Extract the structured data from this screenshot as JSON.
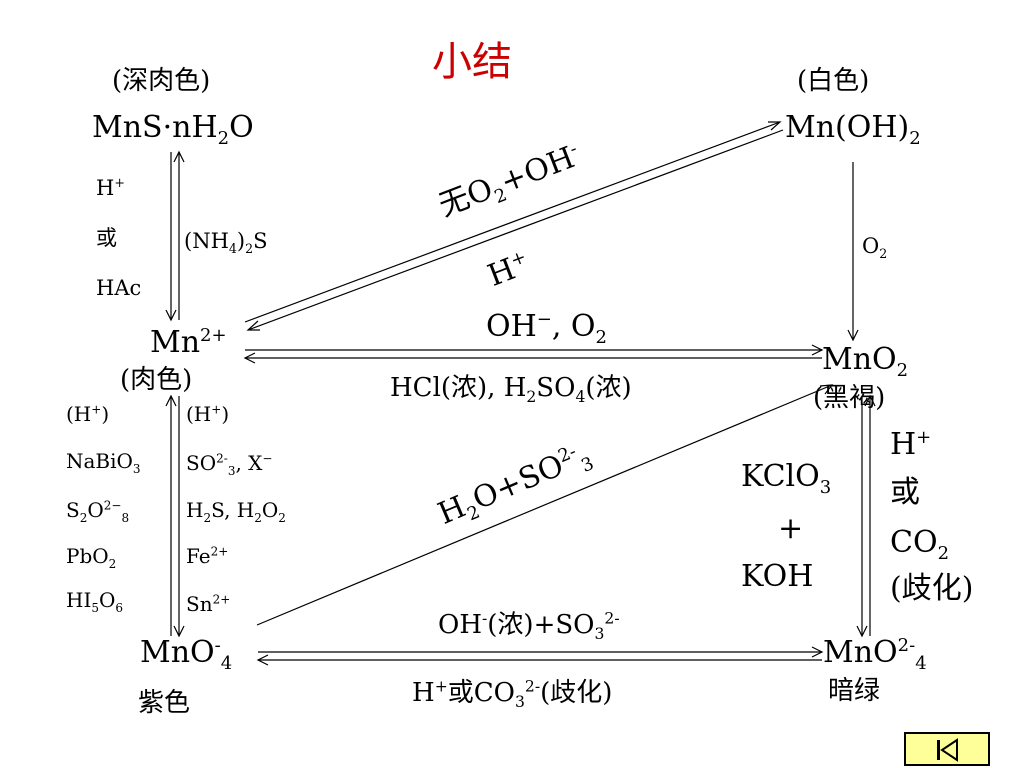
{
  "title": "小结",
  "nodes": {
    "mns_color": "(深肉色)",
    "mns_formula": [
      "MnS·nH",
      "2",
      "O"
    ],
    "mnoh_color": "(白色)",
    "mnoh_formula": [
      "Mn(OH)",
      "2"
    ],
    "mn2_formula": [
      "Mn",
      "2+"
    ],
    "mn2_color": "(肉色)",
    "mno2_formula": [
      "MnO",
      "2"
    ],
    "mno2_color": "(黑褐)",
    "mno4_formula": [
      "MnO",
      "-",
      "4"
    ],
    "mno4_color": "紫色",
    "mno42_formula": [
      "MnO",
      "2-",
      "4"
    ],
    "mno42_color": "暗绿"
  },
  "labels": {
    "left_top_1": [
      "H",
      "+"
    ],
    "left_top_2": "或",
    "left_top_3": "HAc",
    "nh4s": [
      "(NH",
      "4",
      ")",
      "2",
      "S"
    ],
    "o2": [
      "O",
      "2"
    ],
    "diag_top_1": [
      "无O",
      "2",
      "+OH",
      "-"
    ],
    "diag_top_2": [
      "H",
      "+"
    ],
    "mid_top": [
      "OH",
      "−",
      ", O",
      "2"
    ],
    "mid_bottom": [
      "HCl(浓), H",
      "2",
      "SO",
      "4",
      "(浓)"
    ],
    "right_h": [
      "H",
      "+"
    ],
    "right_or": "或",
    "right_co2": [
      "CO",
      "2"
    ],
    "right_qihua": "(歧化)",
    "kclo3": [
      "KClO",
      "3"
    ],
    "plus": "+",
    "koh": "KOH",
    "ox_1": [
      "(H",
      "+",
      ")"
    ],
    "ox_2": [
      "NaBiO",
      "3"
    ],
    "ox_3": [
      "S",
      "2",
      "O",
      "2−",
      "8"
    ],
    "ox_4": [
      "PbO",
      "2"
    ],
    "ox_5": [
      "HI",
      "5",
      "O",
      "6"
    ],
    "red_1": [
      "(H",
      "+",
      ")"
    ],
    "red_2": [
      "SO",
      "2-",
      "3",
      ", X",
      "−"
    ],
    "red_3": [
      "H",
      "2",
      "S, H",
      "2",
      "O",
      "2"
    ],
    "red_4": [
      "Fe",
      "2+"
    ],
    "red_5": [
      "Sn",
      "2+"
    ],
    "diag_bottom": [
      "H",
      "2",
      "O+SO",
      "2-",
      "3"
    ],
    "bot_top": [
      "OH",
      "-",
      "(浓)+SO",
      "3",
      "2-"
    ],
    "bot_bottom": [
      "H",
      "+",
      "或CO",
      "3",
      "2-",
      "(歧化)"
    ]
  },
  "nav": {
    "button_icon": "first-slide-icon"
  }
}
